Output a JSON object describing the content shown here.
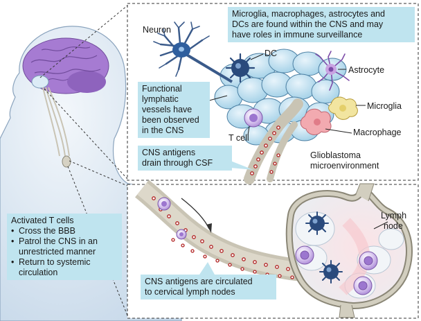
{
  "labels": {
    "neuron": "Neuron",
    "dc": "DC",
    "astrocyte": "Astrocyte",
    "microglia": "Microglia",
    "macrophage": "Macrophage",
    "t_cell": "T cell",
    "glioblastoma": "Glioblastoma",
    "microenvironment": "microenvironment",
    "lymph": "Lymph",
    "node": "node"
  },
  "boxes": {
    "surveillance": [
      "Microglia, macrophages, astrocytes and",
      "DCs are found within the CNS and may",
      "have roles in immune surveillance"
    ],
    "lymphatic": [
      "Functional",
      "lymphatic",
      "vessels have",
      "been observed",
      "in the CNS"
    ],
    "csf": [
      "CNS antigens",
      "drain through CSF"
    ],
    "activated_title": "Activated T cells",
    "activated_items": [
      "Cross the BBB",
      "Patrol the CNS in an unrestricted manner",
      "Return to systemic circulation"
    ],
    "activated_lines": [
      [
        "Cross the BBB"
      ],
      [
        "Patrol the CNS in an",
        "unrestricted manner"
      ],
      [
        "Return to systemic",
        "circulation"
      ]
    ],
    "circulated": [
      "CNS antigens are circulated",
      "to cervical lymph nodes"
    ]
  },
  "colors": {
    "box": "#bfe4ef",
    "neuron": "#2f5f9e",
    "dc": "#2a4a7c",
    "astrocyte": "#a56fc4",
    "microglia": "#f2e5a0",
    "macrophage": "#f2aab0",
    "tcell": "#b793dc",
    "brain": "#a67bd2",
    "head": "#d4e3f0",
    "tissue": "#a9d3e9",
    "vessel": "#c9c4b4",
    "dot": "#b02020"
  }
}
